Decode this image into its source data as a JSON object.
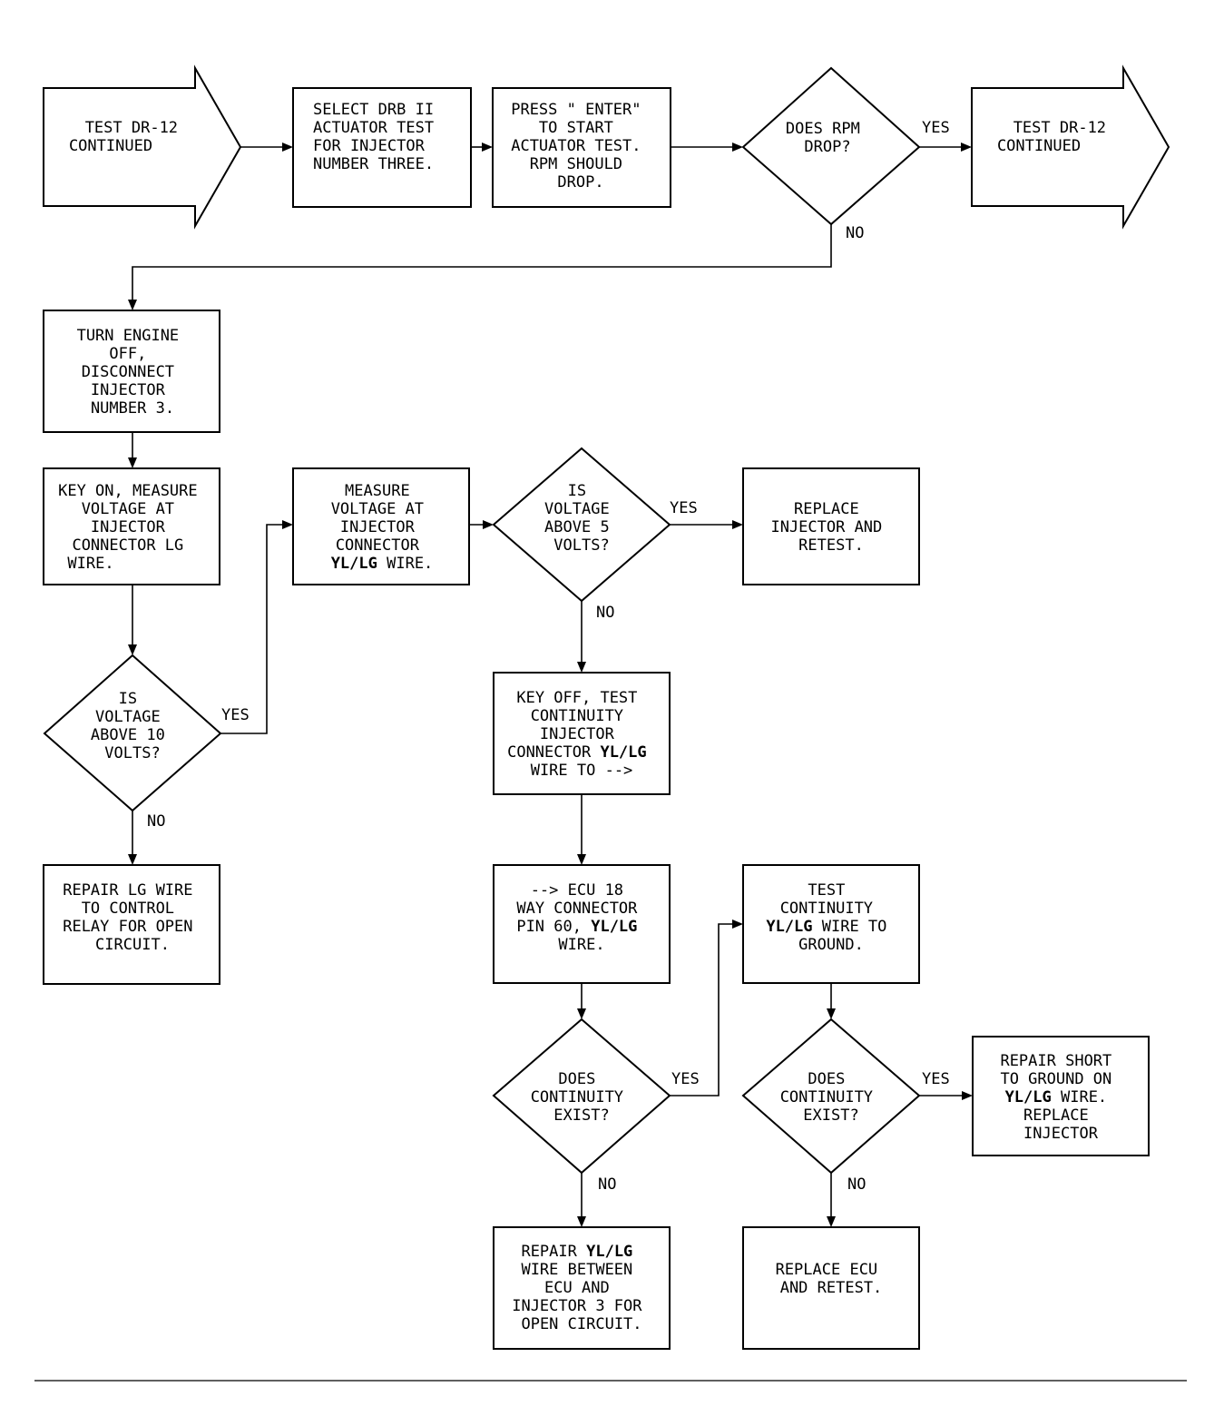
{
  "nodes": {
    "start_continued": [
      "TEST DR-12",
      "CONTINUED"
    ],
    "select_drb": [
      "SELECT DRB II",
      "ACTUATOR TEST",
      "FOR INJECTOR",
      "NUMBER THREE."
    ],
    "press_enter": [
      "PRESS \" ENTER\"",
      "TO START",
      "ACTUATOR TEST.",
      "RPM SHOULD",
      "DROP."
    ],
    "rpm_drop": [
      "DOES RPM",
      "DROP?"
    ],
    "end_continued": [
      "TEST DR-12",
      "CONTINUED"
    ],
    "turn_off": [
      "TURN ENGINE",
      "OFF,",
      "DISCONNECT",
      "INJECTOR",
      "NUMBER 3."
    ],
    "key_on_lg": [
      "KEY ON, MEASURE",
      "VOLTAGE AT",
      "INJECTOR",
      "CONNECTOR LG",
      "WIRE."
    ],
    "measure_ylg": [
      "MEASURE",
      "VOLTAGE AT",
      "INJECTOR",
      "CONNECTOR",
      "YL/LG WIRE."
    ],
    "above_5": [
      "IS",
      "VOLTAGE",
      "ABOVE 5",
      "VOLTS?"
    ],
    "replace_injector": [
      "REPLACE",
      "INJECTOR AND",
      "RETEST."
    ],
    "above_10": [
      "IS",
      "VOLTAGE",
      "ABOVE 10",
      "VOLTS?"
    ],
    "key_off_test": [
      "KEY OFF, TEST",
      "CONTINUITY",
      "INJECTOR",
      "CONNECTOR YL/LG",
      "WIRE TO -->"
    ],
    "repair_lg": [
      "REPAIR LG WIRE",
      "TO CONTROL",
      "RELAY FOR OPEN",
      "CIRCUIT."
    ],
    "ecu_pin60": [
      "--> ECU 18",
      "WAY CONNECTOR",
      "PIN 60, YL/LG",
      "WIRE."
    ],
    "test_ground": [
      "TEST",
      "CONTINUITY",
      "YL/LG WIRE TO",
      "GROUND."
    ],
    "continuity_1": [
      "DOES",
      "CONTINUITY",
      "EXIST?"
    ],
    "continuity_2": [
      "DOES",
      "CONTINUITY",
      "EXIST?"
    ],
    "repair_short": [
      "REPAIR SHORT",
      "TO GROUND ON",
      "YL/LG WIRE.",
      "REPLACE",
      "INJECTOR"
    ],
    "repair_ylg_open": [
      "REPAIR YL/LG",
      "WIRE BETWEEN",
      "ECU AND",
      "INJECTOR 3 FOR",
      "OPEN CIRCUIT."
    ],
    "replace_ecu": [
      "REPLACE ECU",
      "AND RETEST."
    ]
  },
  "edge_labels": {
    "rpm_yes": "YES",
    "rpm_no": "NO",
    "v10_yes": "YES",
    "v10_no": "NO",
    "v5_yes": "YES",
    "v5_no": "NO",
    "c1_yes": "YES",
    "c1_no": "NO",
    "c2_yes": "YES",
    "c2_no": "NO"
  }
}
